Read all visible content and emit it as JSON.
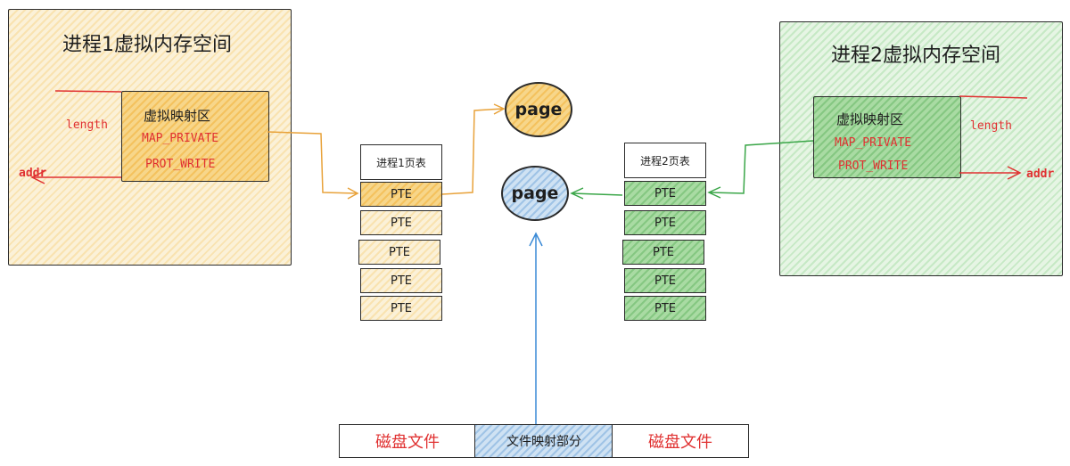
{
  "process1": {
    "title": "进程1虚拟内存空间",
    "region_title": "虚拟映射区",
    "flag1": "MAP_PRIVATE",
    "flag2": "PROT_WRITE",
    "length_label": "length",
    "addr_label": "addr",
    "page_table_title": "进程1页表",
    "ptes": [
      "PTE",
      "PTE",
      "PTE",
      "PTE",
      "PTE"
    ]
  },
  "process2": {
    "title": "进程2虚拟内存空间",
    "region_title": "虚拟映射区",
    "flag1": "MAP_PRIVATE",
    "flag2": "PROT_WRITE",
    "length_label": "length",
    "addr_label": "addr",
    "page_table_title": "进程2页表",
    "ptes": [
      "PTE",
      "PTE",
      "PTE",
      "PTE",
      "PTE"
    ]
  },
  "pages": {
    "top_page": "page",
    "shared_page": "page"
  },
  "disk": {
    "left": "磁盘文件",
    "middle": "文件映射部分",
    "right": "磁盘文件"
  },
  "colors": {
    "orange_arrow": "#e8a23a",
    "green_arrow": "#3aa648",
    "blue_arrow": "#3a8ad6",
    "red": "#e03131"
  }
}
